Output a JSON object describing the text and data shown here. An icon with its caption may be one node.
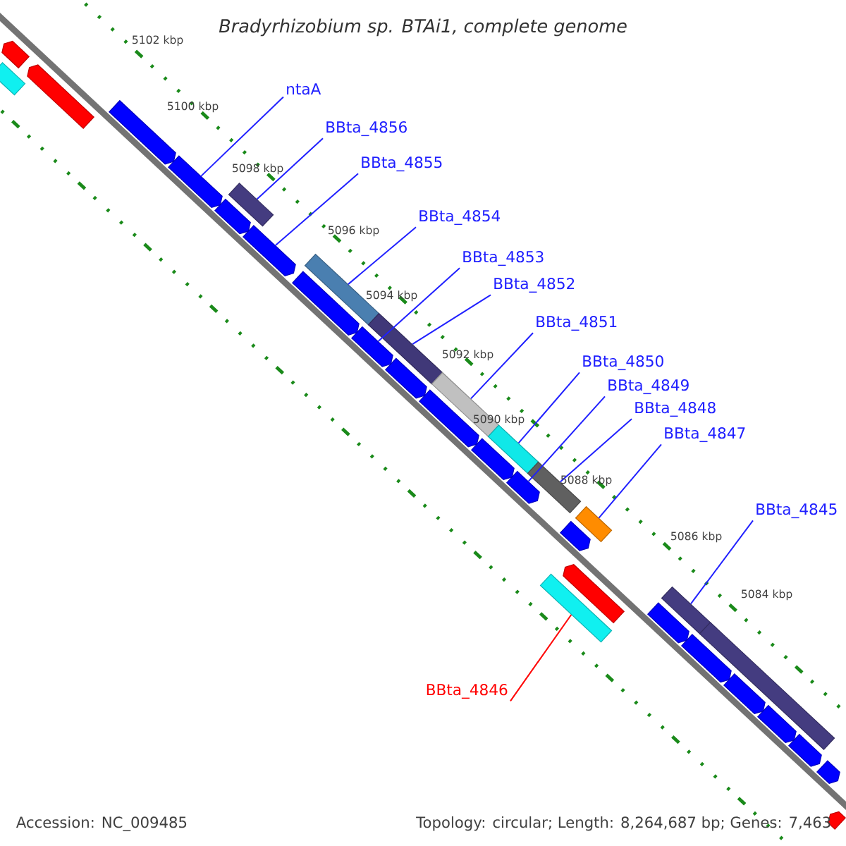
{
  "diagram": {
    "title": "*Bradyrhizobium sp. BTAi1, complete genome*",
    "nodes": [
      {
        "text": [
          "ntaA"
        ]
      },
      {
        "text": [
          "BBta_4856"
        ]
      },
      {
        "text": [
          "BBta_4855"
        ]
      },
      {
        "text": [
          "BBta_4854"
        ]
      },
      {
        "text": [
          "BBta_4853"
        ]
      },
      {
        "text": [
          "BBta_4852"
        ]
      },
      {
        "text": [
          "BBta_4851"
        ]
      },
      {
        "text": [
          "BBta_4850"
        ]
      },
      {
        "text": [
          "BBta_4849"
        ]
      },
      {
        "text": [
          "BBta_4848"
        ]
      },
      {
        "text": [
          "BBta_4847"
        ]
      },
      {
        "text": [
          "BBta_4845"
        ]
      },
      {
        "text": [
          "BBta_4846"
        ]
      },
      {
        "text": [],
        "shape": "arrow"
      },
      {
        "text": [],
        "shape": "box"
      },
      {
        "text": [],
        "shape": "arrow"
      },
      {
        "text": [],
        "shape": "arrow"
      },
      {
        "text": [],
        "shape": "arrow"
      },
      {
        "text": [],
        "shape": "arrow"
      },
      {
        "text": [],
        "shape": "box"
      },
      {
        "text": [],
        "shape": "arrow"
      },
      {
        "text": [],
        "shape": "arrow"
      },
      {
        "text": [],
        "shape": "box"
      },
      {
        "text": [],
        "shape": "arrow"
      },
      {
        "text": [],
        "shape": "box"
      },
      {
        "text": [],
        "shape": "arrow"
      },
      {
        "text": [],
        "shape": "arrow"
      },
      {
        "text": [],
        "shape": "box"
      },
      {
        "text": [],
        "shape": "arrow"
      },
      {
        "text": [],
        "shape": "box"
      },
      {
        "text": [],
        "shape": "arrow"
      },
      {
        "text": [],
        "shape": "box"
      },
      {
        "text": [],
        "shape": "box"
      },
      {
        "text": [],
        "shape": "arrow"
      },
      {
        "text": [],
        "shape": "arrow"
      },
      {
        "text": [],
        "shape": "box"
      },
      {
        "text": [],
        "shape": "arrow"
      },
      {
        "text": [],
        "shape": "box"
      },
      {
        "text": [],
        "shape": "arrow"
      },
      {
        "text": [],
        "shape": "box"
      },
      {
        "text": [],
        "shape": "arrow"
      },
      {
        "text": [],
        "shape": "arrow"
      },
      {
        "text": [],
        "shape": "arrow"
      },
      {
        "text": [],
        "shape": "arrow"
      },
      {
        "text": [],
        "shape": "arrow"
      }
    ],
    "edges": [
      {
        "from": 0,
        "to": 17,
        "arrow": "none"
      },
      {
        "from": 1,
        "to": 19,
        "arrow": "none"
      },
      {
        "from": 2,
        "to": 20,
        "arrow": "none"
      },
      {
        "from": 3,
        "to": 22,
        "arrow": "none"
      },
      {
        "from": 4,
        "to": 23,
        "arrow": "none"
      },
      {
        "from": 5,
        "to": 24,
        "arrow": "none"
      },
      {
        "from": 6,
        "to": 27,
        "arrow": "none"
      },
      {
        "from": 7,
        "to": 29,
        "arrow": "none"
      },
      {
        "from": 8,
        "to": 30,
        "arrow": "none"
      },
      {
        "from": 9,
        "to": 31,
        "arrow": "none"
      },
      {
        "from": 10,
        "to": 35,
        "arrow": "none"
      },
      {
        "from": 11,
        "to": 37,
        "arrow": "none"
      },
      {
        "from": 12,
        "to": 32,
        "arrow": "none",
        "color": "#ff0000"
      }
    ],
    "labels": [
      "5102 kbp",
      "5100 kbp",
      "5098 kbp",
      "5096 kbp",
      "5094 kbp",
      "5092 kbp",
      "5090 kbp",
      "5088 kbp",
      "5086 kbp",
      "5084 kbp",
      "Accession: NC_009485",
      "Topology: circular; Length: 8,264,687 bp; Genes: 7,463"
    ]
  }
}
